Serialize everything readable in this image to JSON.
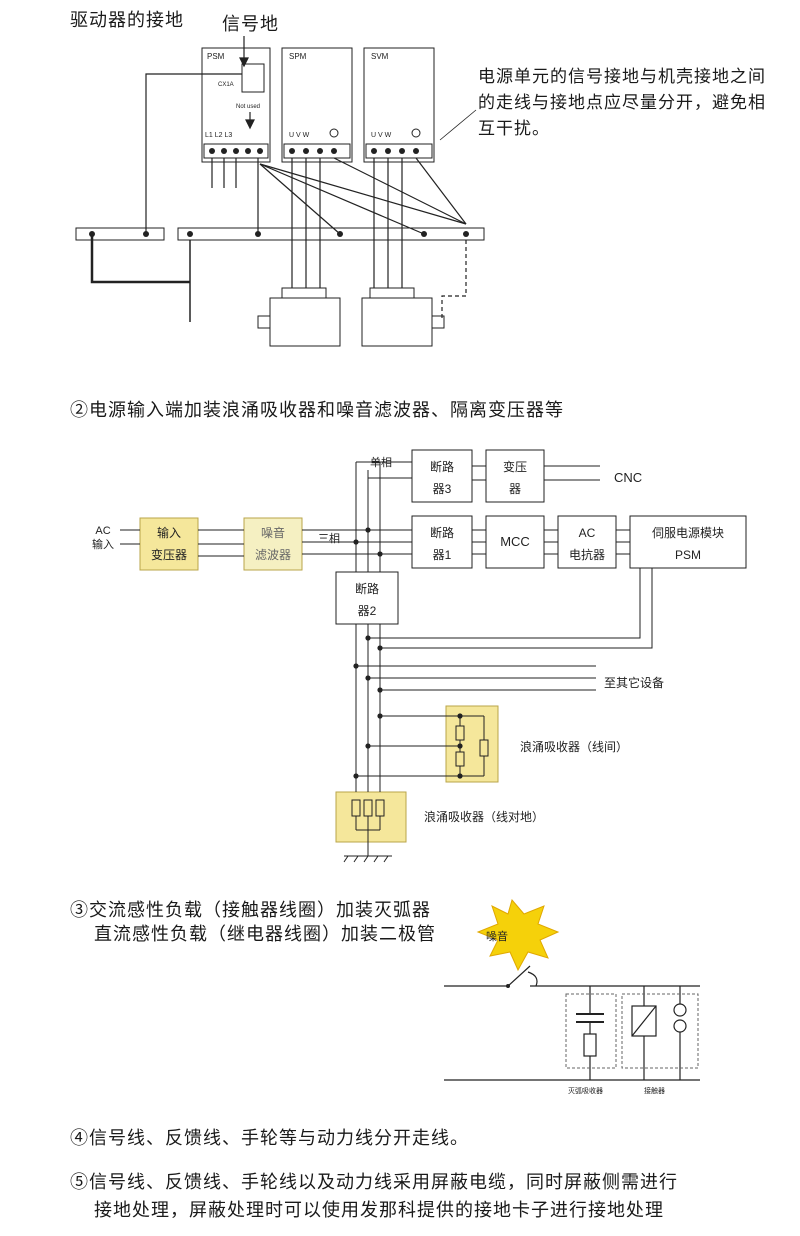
{
  "fig1": {
    "title": "驱动器的接地",
    "signal_ground": "信号地",
    "psm": "PSM",
    "spm": "SPM",
    "svm": "SVM",
    "cx1a": "CX1A",
    "not_used": "Not used",
    "l123": "L1 L2 L3",
    "uvw1": "U  V  W",
    "uvw2": "U  V  W",
    "note": "电源单元的信号接地与机壳接地之间的走线与接地点应尽量分开，避免相互干扰。"
  },
  "fig2": {
    "heading": "②电源输入端加装浪涌吸收器和噪音滤波器、隔离变压器等",
    "single_phase": "单相",
    "three_phase": "三相",
    "ac_input": [
      "AC",
      "输入"
    ],
    "input_transformer": [
      "输入",
      "变压器"
    ],
    "noise_filter": [
      "噪音",
      "滤波器"
    ],
    "breaker3": [
      "断路",
      "器3"
    ],
    "transformer": [
      "变压",
      "器"
    ],
    "cnc": "CNC",
    "breaker1": [
      "断路",
      "器1"
    ],
    "mcc": "MCC",
    "ac_reactor": [
      "AC",
      "电抗器"
    ],
    "psm_module": [
      "伺服电源模块",
      "PSM"
    ],
    "breaker2": [
      "断路",
      "器2"
    ],
    "other_equipment": "至其它设备",
    "surge_line": "浪涌吸收器（线间）",
    "surge_ground": "浪涌吸收器（线对地）"
  },
  "fig3": {
    "heading_line1": "③交流感性负载（接触器线圈）加装灭弧器",
    "heading_line2": "直流感性负载（继电器线圈）加装二极管",
    "noise": "噪音",
    "arc_suppressor": "灭弧吸收器",
    "contactor": "接触器"
  },
  "item4": "④信号线、反馈线、手轮等与动力线分开走线。",
  "item5_line1": "⑤信号线、反馈线、手轮线以及动力线采用屏蔽电缆，同时屏蔽侧需进行",
  "item5_line2": "接地处理，屏蔽处理时可以使用发那科提供的接地卡子进行接地处理",
  "colors": {
    "yellow_box": "#f5e79b",
    "yellow_border": "#b9a54a",
    "star": "#f5d10a"
  }
}
